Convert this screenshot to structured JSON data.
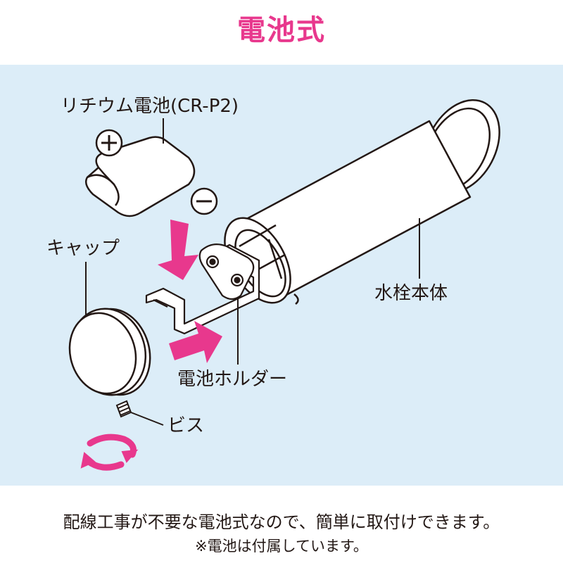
{
  "title": "電池式",
  "labels": {
    "battery": "リチウム電池(CR-P2)",
    "cap": "キャップ",
    "faucet_body": "水栓本体",
    "battery_holder": "電池ホルダー",
    "screw": "ビス"
  },
  "caption": {
    "main": "配線工事が不要な電池式なので、簡単に取付けできます。",
    "note": "※電池は付属しています。"
  },
  "colors": {
    "title": "#e8388d",
    "panel_background": "#dcedf8",
    "arrow": "#e8388d",
    "line": "#231815"
  }
}
